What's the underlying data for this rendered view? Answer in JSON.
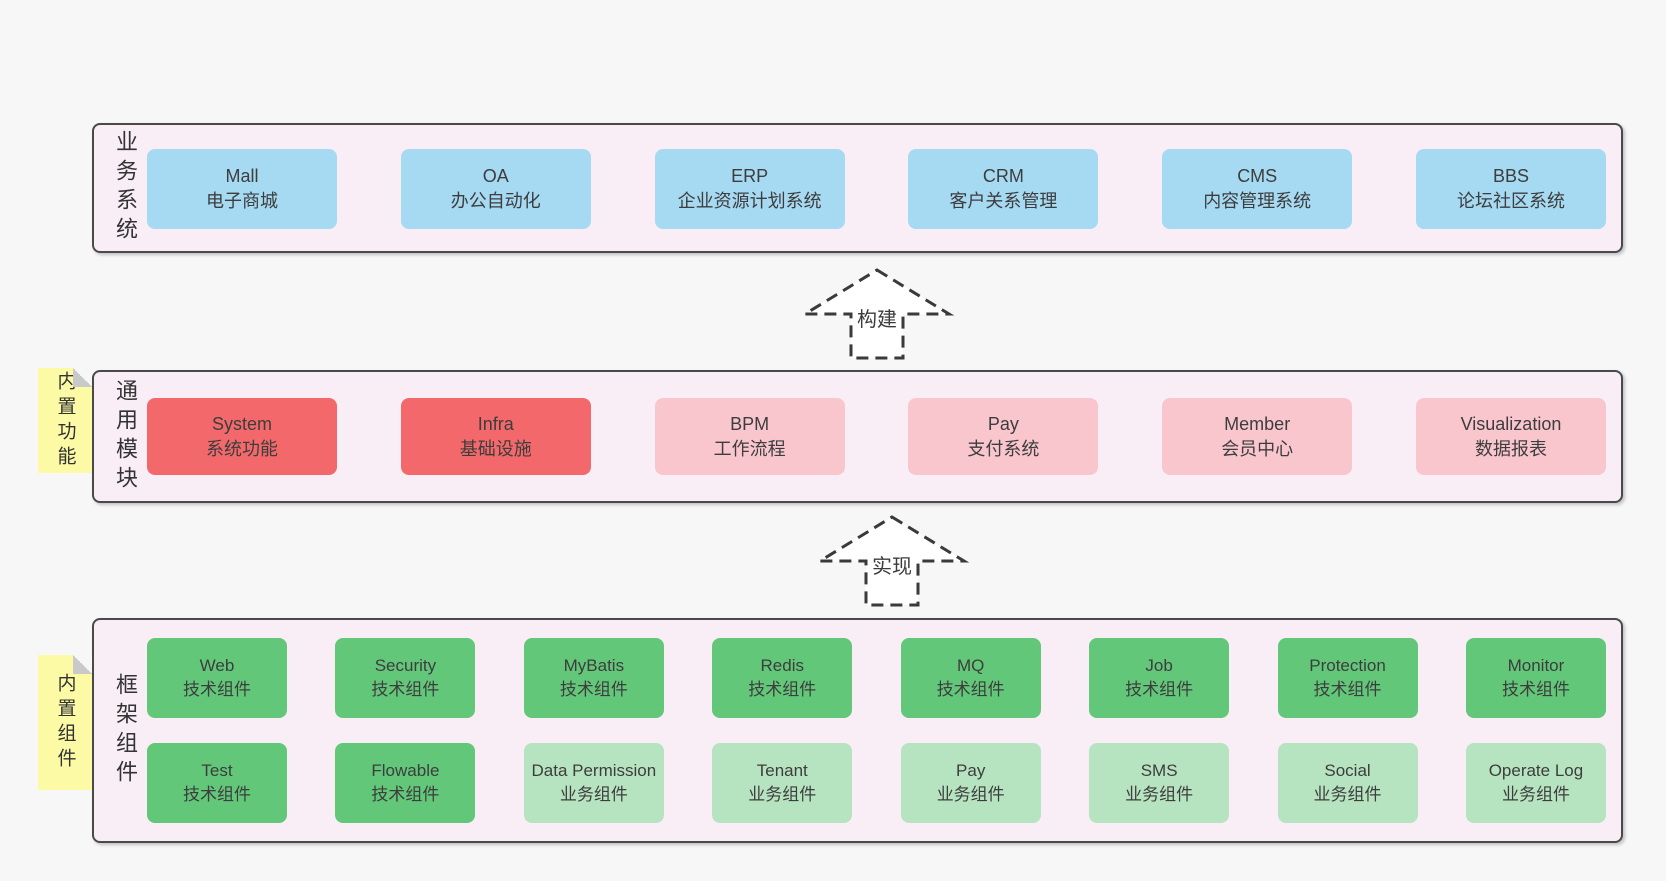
{
  "colors": {
    "page_bg": "#f7f7f7",
    "container_bg": "#f9eef6",
    "container_border": "#4a4a4a",
    "box_blue": "#a6d9f2",
    "box_red": "#f3696b",
    "box_pink": "#f9c6ce",
    "box_green": "#63c77a",
    "box_light_green": "#b7e4c0",
    "note_yellow": "#fcfaa5",
    "text": "#3d3d3d"
  },
  "arrows": [
    {
      "label": "构建"
    },
    {
      "label": "实现"
    }
  ],
  "sections": {
    "business": {
      "label": "业务系统",
      "boxes": [
        {
          "name": "Mall",
          "desc": "电子商城"
        },
        {
          "name": "OA",
          "desc": "办公自动化"
        },
        {
          "name": "ERP",
          "desc": "企业资源计划系统"
        },
        {
          "name": "CRM",
          "desc": "客户关系管理"
        },
        {
          "name": "CMS",
          "desc": "内容管理系统"
        },
        {
          "name": "BBS",
          "desc": "论坛社区系统"
        }
      ]
    },
    "modules": {
      "label": "通用模块",
      "note": "内置功能",
      "boxes": [
        {
          "name": "System",
          "desc": "系统功能"
        },
        {
          "name": "Infra",
          "desc": "基础设施"
        },
        {
          "name": "BPM",
          "desc": "工作流程"
        },
        {
          "name": "Pay",
          "desc": "支付系统"
        },
        {
          "name": "Member",
          "desc": "会员中心"
        },
        {
          "name": "Visualization",
          "desc": "数据报表"
        }
      ]
    },
    "components": {
      "label": "框架组件",
      "note": "内置组件",
      "row1": [
        {
          "name": "Web",
          "desc": "技术组件"
        },
        {
          "name": "Security",
          "desc": "技术组件"
        },
        {
          "name": "MyBatis",
          "desc": "技术组件"
        },
        {
          "name": "Redis",
          "desc": "技术组件"
        },
        {
          "name": "MQ",
          "desc": "技术组件"
        },
        {
          "name": "Job",
          "desc": "技术组件"
        },
        {
          "name": "Protection",
          "desc": "技术组件"
        },
        {
          "name": "Monitor",
          "desc": "技术组件"
        }
      ],
      "row2": [
        {
          "name": "Test",
          "desc": "技术组件"
        },
        {
          "name": "Flowable",
          "desc": "技术组件"
        },
        {
          "name": "Data Permission",
          "desc": "业务组件"
        },
        {
          "name": "Tenant",
          "desc": "业务组件"
        },
        {
          "name": "Pay",
          "desc": "业务组件"
        },
        {
          "name": "SMS",
          "desc": "业务组件"
        },
        {
          "name": "Social",
          "desc": "业务组件"
        },
        {
          "name": "Operate Log",
          "desc": "业务组件"
        }
      ]
    }
  }
}
